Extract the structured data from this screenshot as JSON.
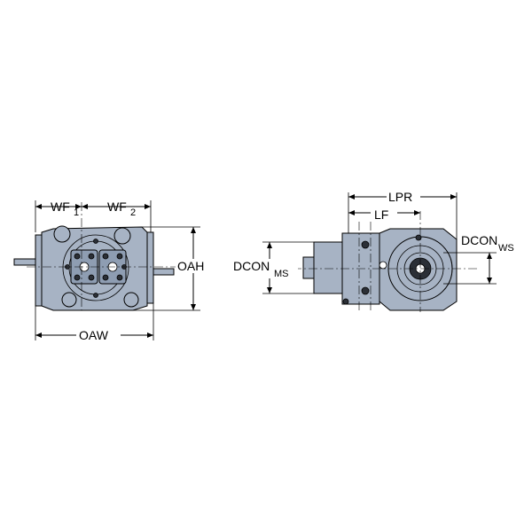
{
  "labels": {
    "wf1": "WF",
    "wf1_sub": "1",
    "wf2": "WF",
    "wf2_sub": "2",
    "oah": "OAH",
    "oaw": "OAW",
    "lpr": "LPR",
    "lf": "LF",
    "dcon_ms": "DCON",
    "dcon_ms_sub": "MS",
    "dcon_ws": "DCON",
    "dcon_ws_sub": "WS"
  },
  "colors": {
    "body": "#a7b3c4",
    "line": "#000000",
    "background": "#ffffff"
  }
}
